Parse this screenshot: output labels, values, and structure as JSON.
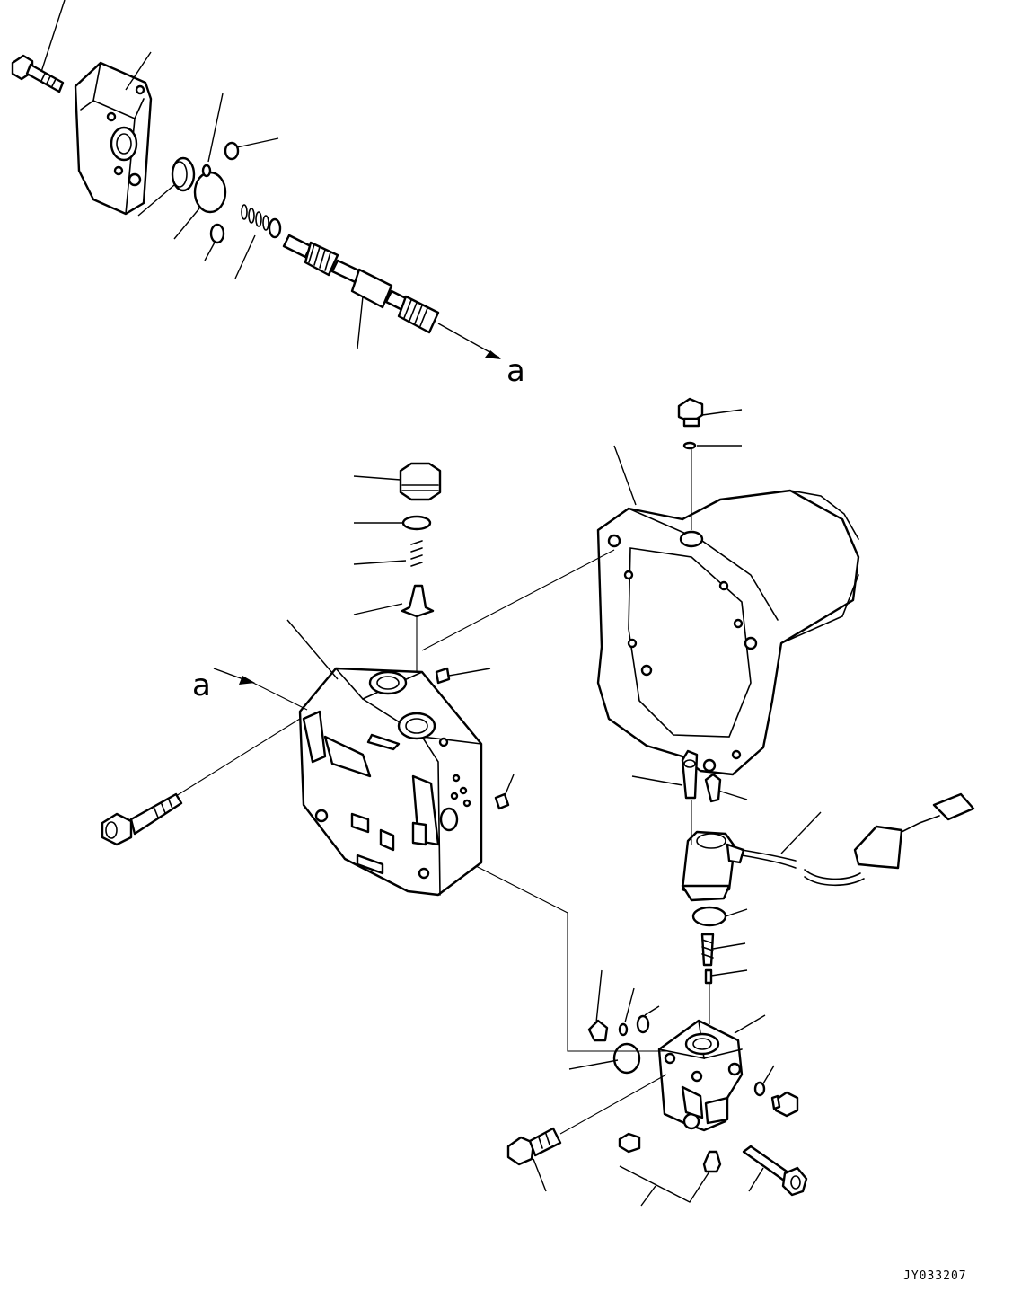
{
  "diagram": {
    "reference_marks": [
      "a",
      "a"
    ],
    "drawing_code": "JY033207"
  }
}
